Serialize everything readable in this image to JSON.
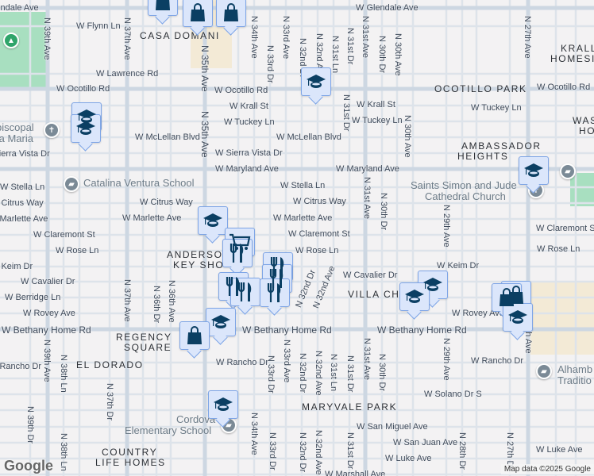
{
  "map": {
    "colors": {
      "background": "#f3f2f3",
      "major_road": "#cdd7e2",
      "minor_road": "#dde3ea",
      "park": "#a8dfc0",
      "commercial": "#f3ead6",
      "marker_fill": "#dbe6fb",
      "marker_border": "#7ea5e6",
      "marker_icon": "#0b3f63"
    },
    "streets_h": [
      "W Glendale Ave",
      "W Glendale Ave",
      "W Flynn Ln",
      "W Lawrence Rd",
      "W Ocotillo Rd",
      "W Ocotillo Rd",
      "W Ocotillo Rd",
      "W Krall St",
      "W Krall St",
      "W Tuckey Ln",
      "W Tuckey Ln",
      "W Tuckey Ln",
      "W McLellan Blvd",
      "W McLellan Blvd",
      "W Sierra Vista Dr",
      "W Sierra Vista Dr",
      "W Maryland Ave",
      "W Maryland Ave",
      "W Stella Ln",
      "W Stella Ln",
      "W Citrus Way",
      "W Citrus Way",
      "W Citrus Way",
      "W Marlette Ave",
      "W Marlette Ave",
      "W Marlette Ave",
      "W Claremont St",
      "W Claremont St",
      "W Claremont St",
      "W Rose Ln",
      "W Rose Ln",
      "W Rose Ln",
      "W Keim Dr",
      "W Keim Dr",
      "W Cavalier Dr",
      "W Cavalier Dr",
      "W Berridge Ln",
      "W Rovey Ave",
      "W Rovey Ave",
      "W Bethany Home Rd",
      "W Bethany Home Rd",
      "W Bethany Home Rd",
      "W Rancho Dr",
      "W Rancho Dr",
      "W Rancho Dr",
      "W Solano Dr S",
      "W San Miguel Ave",
      "W San Juan Ave",
      "W Luke Ave",
      "W Luke Ave",
      "W Marshall Ave"
    ],
    "streets_v": [
      "N 39th Ave",
      "N 37th Ave",
      "N 35th Ave",
      "N 35th Ave",
      "N 34th Ave",
      "N 33rd Dr",
      "N 33rd Ave",
      "N 32nd Dr",
      "N 32nd Ave",
      "N 31st Ln",
      "N 31st Dr",
      "N 31st Ave",
      "N 30th Dr",
      "N 30th Ave",
      "N 27th Ave",
      "N 31st Dr",
      "N 30th Ave",
      "N 31st Ave",
      "N 30th Dr",
      "N 29th Ave",
      "N 37th Ave",
      "N 36th Dr",
      "N 36th Ave",
      "N 39th Ave",
      "N 38th Ln",
      "N 37th Dr",
      "N 39th Dr",
      "N 38th Ln",
      "N 33rd Dr",
      "N 33rd Ave",
      "N 34th Ave",
      "N 33rd Dr",
      "N 31st Ave",
      "N 30th Dr",
      "N 29th Ave",
      "N 32nd Dr",
      "N 32nd Ave",
      "N 31st Ln",
      "N 31st Dr",
      "N 32nd Dr",
      "N 32nd Ave",
      "N 31st Dr",
      "N 28th Dr",
      "N 27th Dr",
      "N 27th Ave",
      "N 32nd Dr",
      "N 32nd Ave"
    ],
    "neighborhoods": [
      "CASA DOMANI",
      "OCOTILLO PARK",
      "AMBASSADOR",
      "HEIGHTS",
      "KRALL",
      "HOMESI",
      "WAS",
      "HO",
      "ANDERSO",
      "KEY SHO",
      "VILLA CH",
      "REGENCY",
      "SQUARE",
      "EL DORADO",
      "MARYVALE PARK",
      "COUNTRY",
      "LIFE HOMES"
    ],
    "pois": [
      "piscopal",
      "ta Maria",
      "Catalina Ventura School",
      "Saints Simon and Jude",
      "Cathedral Church",
      "Alhamb",
      "Traditio",
      "Cordova",
      "Elementary School"
    ],
    "google_logo": "Google",
    "attribution": "Map data ©2025 Google"
  }
}
